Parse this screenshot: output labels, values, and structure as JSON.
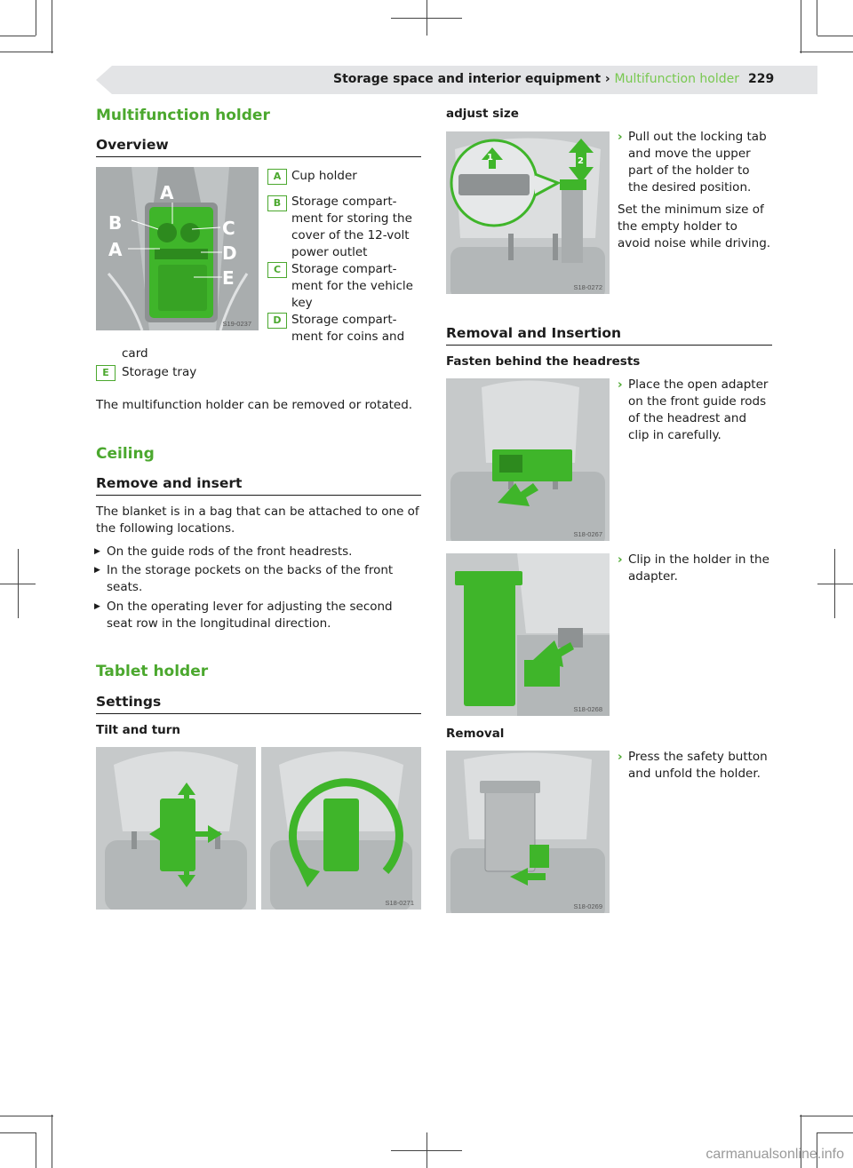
{
  "header": {
    "section": "Storage space and interior equipment",
    "sep": " › ",
    "current": "Multifunction holder",
    "page": "229"
  },
  "left": {
    "title": "Multifunction holder",
    "overview_heading": "Overview",
    "fig1_code": "S19-0237",
    "fig1_labels": [
      "A",
      "B",
      "C",
      "A",
      "D",
      "E"
    ],
    "legend": [
      {
        "key": "A",
        "line1": "Cup holder",
        "line2": "",
        "line3": "",
        "line4": ""
      },
      {
        "key": "B",
        "line1": "Storage compart-",
        "line2": "ment for storing the",
        "line3": "cover of the 12-volt",
        "line4": "power outlet"
      },
      {
        "key": "C",
        "line1": "Storage compart-",
        "line2": "ment for the vehicle",
        "line3": "key",
        "line4": ""
      },
      {
        "key": "D",
        "line1": "Storage compart-",
        "line2": "ment for coins and",
        "line3": "",
        "line4": ""
      }
    ],
    "legend_d_cont": "card",
    "legend_e": {
      "key": "E",
      "text": "Storage tray"
    },
    "overview_note": "The multifunction holder can be removed or rotated.",
    "ceiling_title": "Ceiling",
    "remove_heading": "Remove and insert",
    "blanket_line1": "The blanket is in a bag that can be attached to one of",
    "blanket_line2": "the following locations.",
    "bullets": [
      {
        "line1": "On the guide rods of the front headrests.",
        "line2": ""
      },
      {
        "line1": "In the storage pockets on the backs of the front",
        "line2": "seats."
      },
      {
        "line1": "On the operating lever for adjusting the second",
        "line2": "seat row in the longitudinal direction."
      }
    ],
    "tablet_title": "Tablet holder",
    "settings_heading": "Settings",
    "tilt_heading": "Tilt and turn",
    "fig_tilt_code": "S18-0271"
  },
  "right": {
    "adjust_heading": "adjust size",
    "fig_adjust_code": "S18-0272",
    "adjust_step": [
      "Pull out the locking tab",
      "and move the upper",
      "part of the holder to",
      "the desired position."
    ],
    "adjust_note": [
      "Set the minimum size of",
      "the empty holder to",
      "avoid noise while driving."
    ],
    "adjust_marks": [
      "1",
      "2"
    ],
    "removal_section": "Removal and Insertion",
    "fasten_heading": "Fasten behind the headrests",
    "fig_fasten_code": "S18-0267",
    "fasten_step": [
      "Place the open adapter",
      "on the front guide rods",
      "of the headrest and",
      "clip in carefully."
    ],
    "fig_clip_code": "S18-0268",
    "clip_step": [
      "Clip in the holder in the",
      "adapter."
    ],
    "removal_heading": "Removal",
    "fig_removal_code": "S18-0269",
    "removal_step": [
      "Press the safety button",
      "and unfold the holder."
    ]
  },
  "watermark": "carmanualsonline.info",
  "colors": {
    "accent": "#4ba82e",
    "header_bg": "#e3e4e6",
    "green_part": "#3fb52a"
  }
}
